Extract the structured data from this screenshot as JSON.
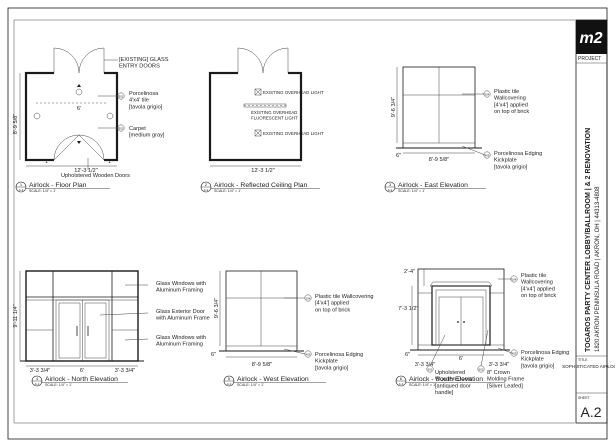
{
  "sheet": {
    "logo": "m2",
    "project_label": "PROJECT",
    "title_line1": "TOGAROS PARTY CENTER LOBBY/BALLROOM | & 2 RENOVATION",
    "title_line2": "1820 AKRON PENINSULA ROAD | AKRON, OH | 44313-4808",
    "subtitle_label": "TITLE",
    "subtitle": "SOPHISTICATED AIRLOCK",
    "sheet_label": "SHEET",
    "sheet_number": "A.2"
  },
  "views": {
    "v1": {
      "num": "1",
      "ref": "A.2",
      "title": "Airlock - Floor Plan",
      "scale": "SCALE: 1/4\" = 1'",
      "top_note": "[EXISTING] GLASS\nENTRY DOORS",
      "tag1": "301",
      "note1": "Porcelinosa\n4'x4' tile\n[tavola grigio]",
      "tag2": "302",
      "note2": "Carpet\n[medium gray]",
      "bottom_note": "Upholstered Wooden Doors",
      "dim_height": "8'-9 5/8\"",
      "dim_width": "12'-3 1/2\"",
      "dim_inner": "6'",
      "dim_side_l": "1'",
      "dim_side_r": "1'"
    },
    "v2": {
      "num": "2",
      "ref": "A.2",
      "title": "Airlock - Reflected Ceiling Plan",
      "scale": "SCALE: 1/4\" = 1'",
      "light1": "EXISTING OVERHEAD LIGHT",
      "light2": "EXISTING OVERHEAD\nFLUORESCENT LIGHT",
      "light3": "EXISTING OVERHEAD LIGHT",
      "dim_width": "12'-3 1/2\""
    },
    "v3": {
      "num": "3",
      "ref": "A.2",
      "title": "Airlock - East Elevation",
      "scale": "SCALE: 1/4\" = 1'",
      "tag1": "104",
      "note1": "Plastic tile\nWallcovering\n[4'x4'] applied\non top of brick",
      "tag2": "403",
      "note2": "Porcelinosa Edging\nKickplate\n[tavola grigio]",
      "dim_height": "9'-6 3/4\"",
      "dim_width": "8'-9 5/8\"",
      "dim_base": "6\""
    },
    "v4": {
      "num": "4",
      "ref": "A.2",
      "title": "Airlock - North Elevation",
      "scale": "SCALE: 1/4\" = 1'",
      "note1": "Glass Windows with\nAluminum Framing",
      "note2": "Glass Exterior Door\nwith Aluminum Frame",
      "note3": "Glass Windows with\nAluminum Framing",
      "dim_height": "9'-11 1/4\"",
      "dim_left": "3'-3 3/4\"",
      "dim_mid": "6'",
      "dim_right": "3'-3 3/4\""
    },
    "v5": {
      "num": "5",
      "ref": "A.2",
      "title": "Airlock - West Elevation",
      "scale": "SCALE: 1/4\" = 1'",
      "tag1": "104",
      "note1": "Plastic tile Wallcovering\n[4'x4'] applied\non top of brick",
      "tag2": "403",
      "note2": "Porcelinosa Edging\nKickplate\n[tavola grigio]",
      "dim_height": "9'-6 3/4\"",
      "dim_width": "8'-9 5/8\"",
      "dim_base": "6\""
    },
    "v6": {
      "num": "6",
      "ref": "A.2",
      "title": "Airlock - South Elevation",
      "scale": "SCALE: 1/4\" = 1'",
      "tag1": "104",
      "note1": "Plastic tile\nWallcovering\n[4'x4'] applied\non top of brick",
      "tag2": "403",
      "note2": "Porcelinosa Edging\nKickplate\n[tavola grigio]",
      "tag3": "501",
      "note3": "Upholstered\nWooden Doors\n[antiqued door\nhandle]",
      "tag4": "601",
      "note4": "8\" Crown\nMolding Frame\n[Silver Leafed]",
      "dim_top": "2'-4\"",
      "dim_height": "7'-3 1/2\"",
      "dim_left": "3'-3 3/4\"",
      "dim_mid": "6'",
      "dim_right": "3'-3 3/4\"",
      "dim_base": "6\""
    }
  }
}
